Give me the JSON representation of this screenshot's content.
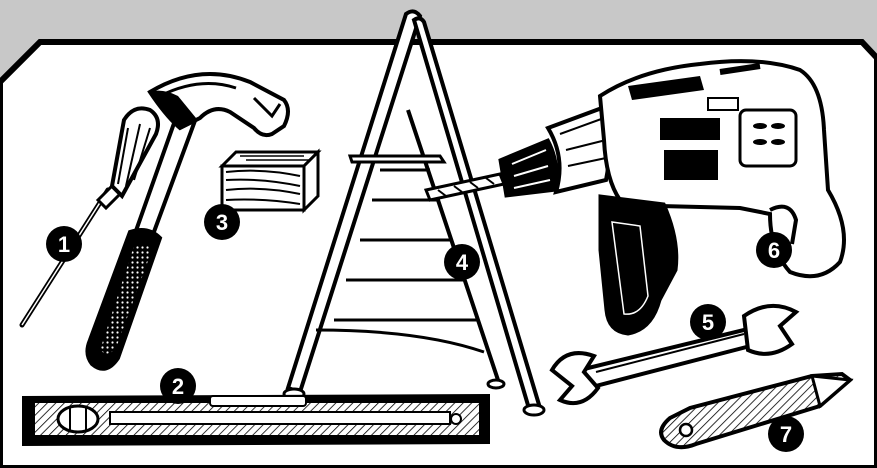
{
  "colors": {
    "background": "#c8c8c8",
    "panel": "#ffffff",
    "ink": "#000000",
    "grey_accent": "#bdbdbd"
  },
  "badges": {
    "screwdriver": "1",
    "spirit_level": "2",
    "wood_block": "3",
    "stepladder": "4",
    "wrench": "5",
    "drill": "6",
    "utility_knife": "7"
  },
  "icons": [
    "screwdriver-icon",
    "hammer-icon",
    "wood-block-icon",
    "stepladder-icon",
    "drill-icon",
    "wrench-icon",
    "utility-knife-icon",
    "spirit-level-icon"
  ]
}
